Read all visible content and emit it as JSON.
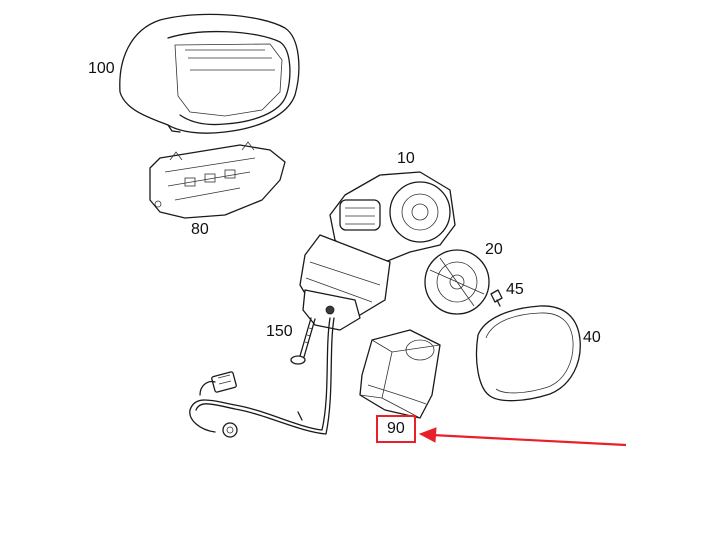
{
  "diagram": {
    "callouts": [
      {
        "id": "100",
        "label": "100"
      },
      {
        "id": "80",
        "label": "80"
      },
      {
        "id": "10",
        "label": "10"
      },
      {
        "id": "20",
        "label": "20"
      },
      {
        "id": "45",
        "label": "45"
      },
      {
        "id": "40",
        "label": "40"
      },
      {
        "id": "150",
        "label": "150"
      },
      {
        "id": "90",
        "label": "90"
      }
    ],
    "highlight": {
      "target": "90",
      "color": "#e8202a"
    }
  }
}
